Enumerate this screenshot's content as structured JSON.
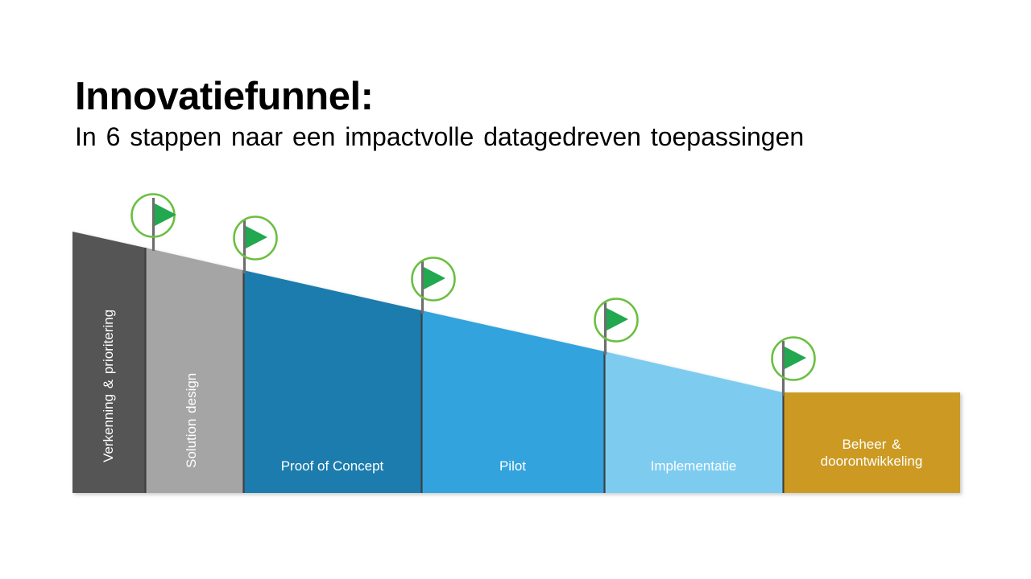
{
  "slide": {
    "background_color": "#FFFFFF",
    "title": "Innovatiefunnel:",
    "subtitle": "In 6 stappen naar een impactvolle datagedreven toepassingen"
  },
  "funnel": {
    "name": "innovatiefunnel-diagram",
    "stage_count": 6,
    "marker_icon": "green-flag-icon",
    "marker_circle_color": "#6ABF3F",
    "marker_flag_color": "#22A84F",
    "marker_pole_color": "#595959",
    "stages": [
      {
        "index": 1,
        "label": "Verkenning & prioritering",
        "color": "#545454",
        "label_orientation": "vertical"
      },
      {
        "index": 2,
        "label": "Solution design",
        "color": "#A5A5A5",
        "label_orientation": "vertical"
      },
      {
        "index": 3,
        "label": "Proof of Concept",
        "color": "#1F7BAD",
        "label_orientation": "horizontal"
      },
      {
        "index": 4,
        "label": "Pilot",
        "color": "#33A3DC",
        "label_orientation": "horizontal"
      },
      {
        "index": 5,
        "label": "Implementatie",
        "color": "#7DCCF0",
        "label_orientation": "horizontal"
      },
      {
        "index": 6,
        "label_line1": "Beheer &",
        "label_line2": "doorontwikkeling",
        "color": "#CC9A20",
        "label_orientation": "horizontal"
      }
    ]
  }
}
